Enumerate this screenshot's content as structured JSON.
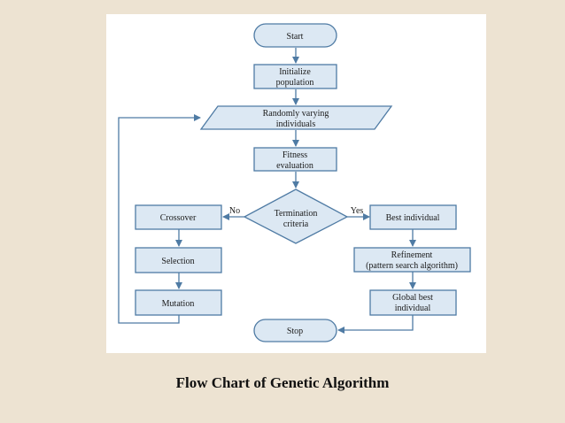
{
  "caption": "Flow Chart of Genetic Algorithm",
  "flowchart": {
    "start": "Start",
    "initialize": [
      "Initialize",
      "population"
    ],
    "random": [
      "Randomly varying",
      "individuals"
    ],
    "fitness": [
      "Fitness",
      "evaluation"
    ],
    "decision": [
      "Termination",
      "criteria"
    ],
    "no_label": "No",
    "yes_label": "Yes",
    "crossover": "Crossover",
    "selection": "Selection",
    "mutation": "Mutation",
    "best": "Best individual",
    "refinement": [
      "Refinement",
      "(pattern search algorithm)"
    ],
    "global": [
      "Global best",
      "individual"
    ],
    "stop": "Stop"
  },
  "colors": {
    "slide_background": "#ede3d2",
    "node_fill": "#dce8f3",
    "node_stroke": "#4f7ba4"
  }
}
